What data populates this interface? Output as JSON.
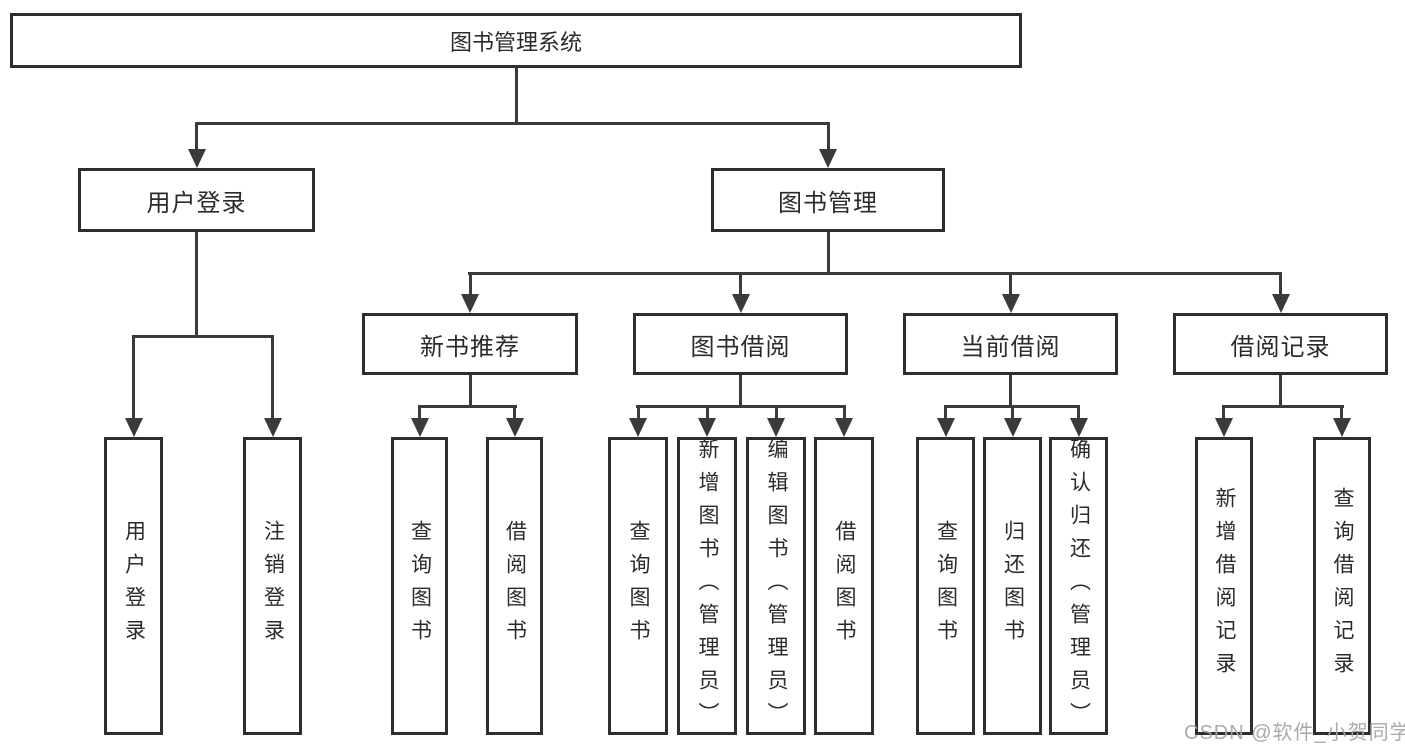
{
  "watermark": "CSDN @软件_小贺同学",
  "colors": {
    "line": "#3a3a3a",
    "box_border": "#2e2e2e",
    "text": "#2b2b2b",
    "watermark": "#a5a5a5",
    "background": "#ffffff"
  },
  "tree": {
    "root": {
      "label": "图书管理系统"
    },
    "branches": [
      {
        "label": "用户登录",
        "children": [
          {
            "label": "用户登录"
          },
          {
            "label": "注销登录"
          }
        ]
      },
      {
        "label": "图书管理",
        "children": [
          {
            "label": "新书推荐",
            "children": [
              {
                "label": "查询图书"
              },
              {
                "label": "借阅图书"
              }
            ]
          },
          {
            "label": "图书借阅",
            "children": [
              {
                "label": "查询图书"
              },
              {
                "label": "新增图书（管理员）"
              },
              {
                "label": "编辑图书（管理员）"
              },
              {
                "label": "借阅图书"
              }
            ]
          },
          {
            "label": "当前借阅",
            "children": [
              {
                "label": "查询图书"
              },
              {
                "label": "归还图书"
              },
              {
                "label": "确认归还（管理员）"
              }
            ]
          },
          {
            "label": "借阅记录",
            "children": [
              {
                "label": "新增借阅记录"
              },
              {
                "label": "查询借阅记录"
              }
            ]
          }
        ]
      }
    ]
  }
}
